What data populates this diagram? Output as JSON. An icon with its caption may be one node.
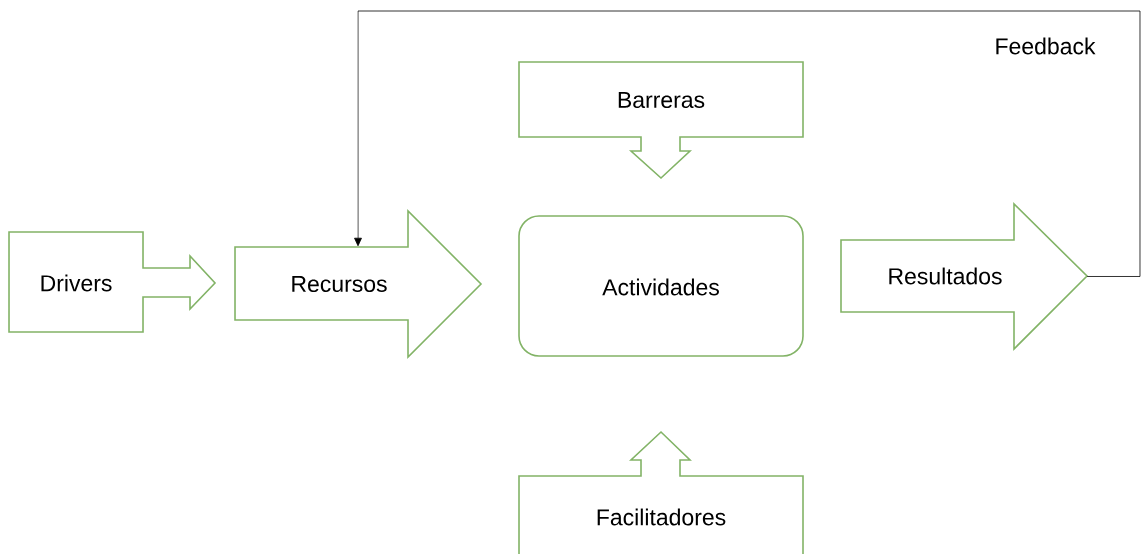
{
  "diagram": {
    "nodes": [
      {
        "text": [
          "Drivers"
        ]
      },
      {
        "text": [
          "Barreras"
        ]
      },
      {
        "text": [
          "Recursos"
        ]
      },
      {
        "text": [
          "Actividades"
        ]
      },
      {
        "text": [
          "Resultados"
        ]
      },
      {
        "text": [
          "Facilitadores"
        ]
      }
    ],
    "edges": [
      {
        "from": 4,
        "to": 2,
        "arrow": "to",
        "label": "Feedback"
      }
    ]
  }
}
